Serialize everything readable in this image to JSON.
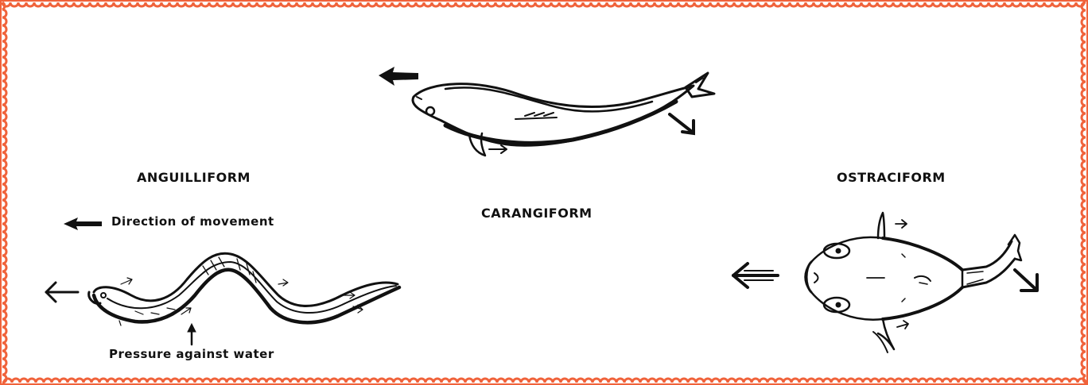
{
  "labels": {
    "anguilliform": "ANGUILLIFORM",
    "carangiform": "CARANGIFORM",
    "ostraciform": "OSTRACIFORM",
    "direction_legend": "Direction of movement",
    "pressure_legend": "Pressure against water"
  },
  "colors": {
    "border": "#f0623a",
    "ink": "#111111",
    "background": "#ffffff"
  }
}
